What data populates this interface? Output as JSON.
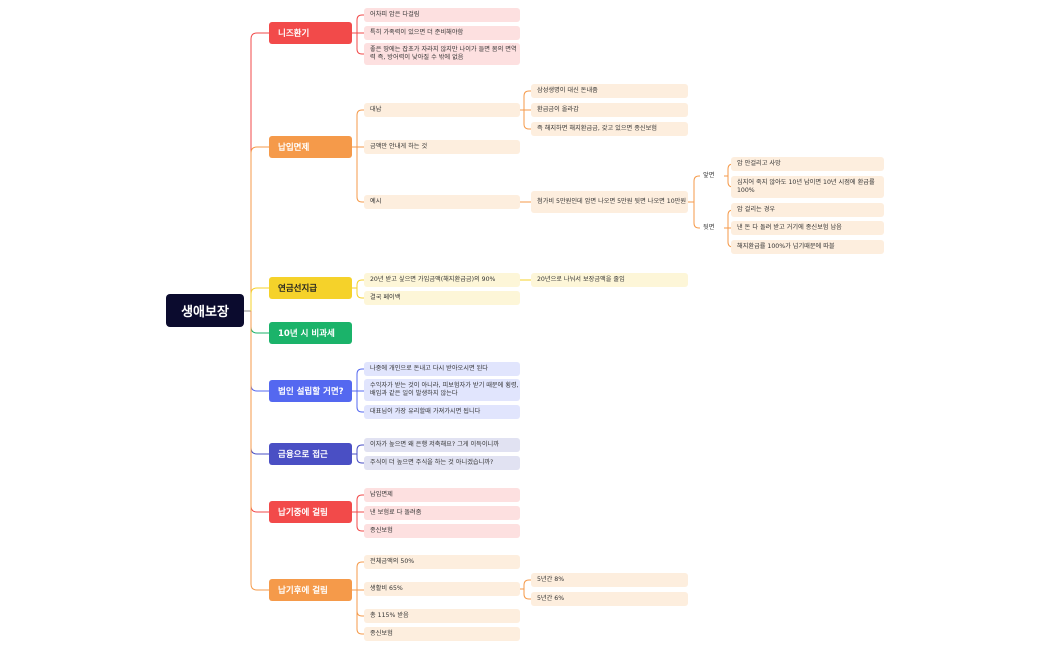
{
  "root": "생애보장",
  "colors": {
    "red": "#f24a4a",
    "orange": "#f59a4a",
    "yellow": "#f5d22a",
    "green": "#1bb36a",
    "blue": "#5468f0",
    "indigo": "#4a4fc4",
    "red_light": "#fde0e0",
    "orange_light": "#fdeede",
    "yellow_light": "#fdf6d8",
    "blue_light": "#e1e5fd",
    "indigo_light": "#e1e2f2"
  },
  "branches": [
    {
      "label": "니즈환기",
      "items": [
        "어차피 암은 다걸림",
        "특히 가족력이 있으면 더 준비해야함",
        "좋은 땅에는 잡초가 자라지 않지만 나이가 들면 몸의 면역력 즉, 방어력이 낮아질 수 밖에 없음"
      ]
    },
    {
      "label": "납입면제",
      "items": [
        "대납",
        "금액만 안내게 하는 것",
        "예시"
      ],
      "daenap": [
        "삼성생명이 대신 돈내줌",
        "환급금이 올라감",
        "즉 해지하면 해지환급금, 갖고 있으면 종신보험"
      ],
      "example": "첨가비 5만원인데 암면 나오면 5만원 뒷면 나오면 10만원",
      "front": {
        "label": "앞면",
        "items": [
          "암 안걸리고 사망",
          "심지어 죽지 않아도 10년 납이면 10년 시점에 환급률 100%"
        ]
      },
      "back": {
        "label": "뒷면",
        "items": [
          "암 걸리는 경우",
          "낸 돈 다 돌려 받고 거기에 종신보험 남음",
          "해지환급률 100%가 넘기때문에 따블"
        ]
      }
    },
    {
      "label": "연금선지급",
      "items": [
        "20년 받고 싶으면 가입금액(해지환급금)의 90%",
        "결국 페이백"
      ],
      "sub": "20년으로 나눠서 보장금액을 줄임"
    },
    {
      "label": "10년 시 비과세",
      "items": []
    },
    {
      "label": "법인 설립할 거면?",
      "items": [
        "나중에 개인으로 돈내고 다시 받아오시면 된다",
        "수익자가 받는 것이 아니라, 피보험자가 받기 때문에 횡령, 배임과 같은 일이 발생하지 않는다",
        "대표님이 가장 유리할때 가져가시면 됩니다"
      ]
    },
    {
      "label": "금융으로 접근",
      "items": [
        "이자가 높으면 왜 은행 저축해요? 그게 이득이니까",
        "주식이 더 높으면 주식을 하는 것 아니겠습니까?"
      ]
    },
    {
      "label": "납기중에 걸림",
      "items": [
        "납입면제",
        "낸 보험료 다 돌려줌",
        "종신보험"
      ]
    },
    {
      "label": "납기후에 걸림",
      "items": [
        "전체금액의 50%",
        "생활비 65%",
        "총 115% 받음",
        "종신보험"
      ],
      "sub": [
        "5년간 8%",
        "5년간 6%"
      ]
    }
  ]
}
